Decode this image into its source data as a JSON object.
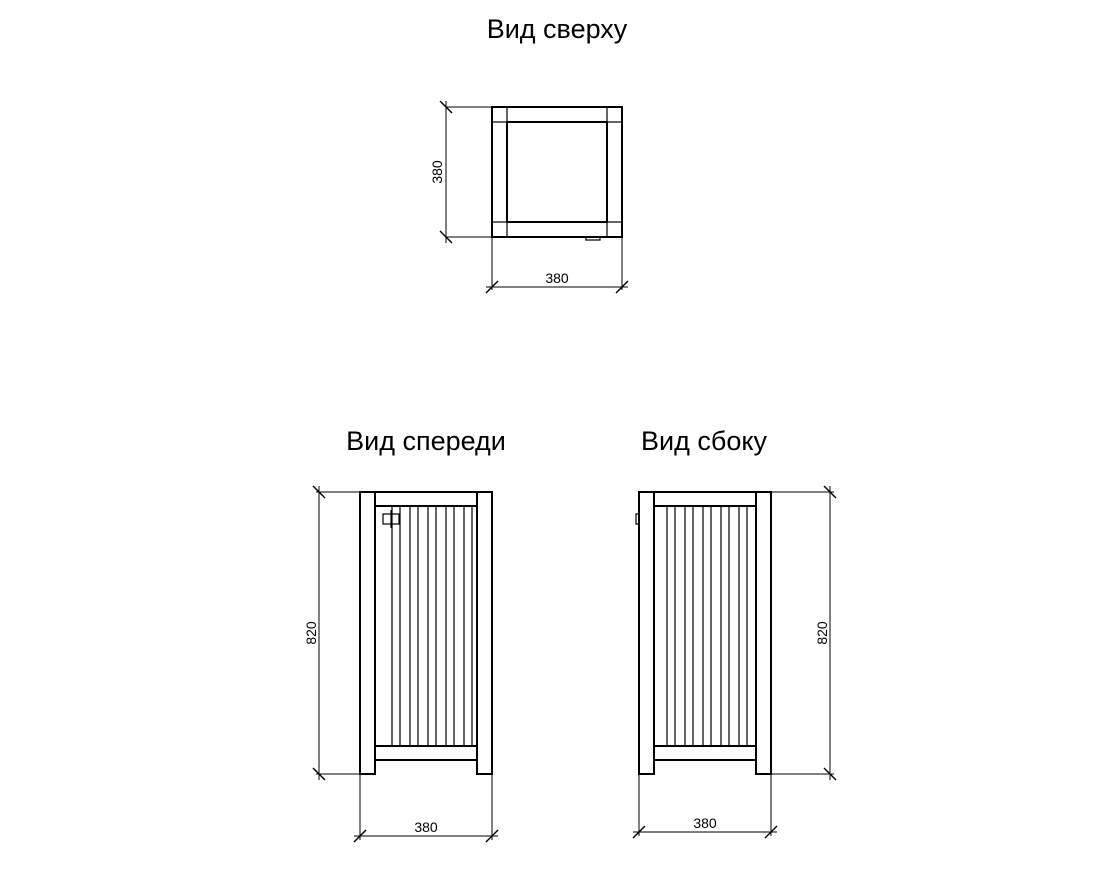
{
  "views": {
    "top": {
      "title": "Вид сверху",
      "width_label": "380",
      "depth_label": "380"
    },
    "front": {
      "title": "Вид спереди",
      "width_label": "380",
      "height_label": "820"
    },
    "side": {
      "title": "Вид сбоку",
      "width_label": "380",
      "height_label": "820"
    }
  }
}
